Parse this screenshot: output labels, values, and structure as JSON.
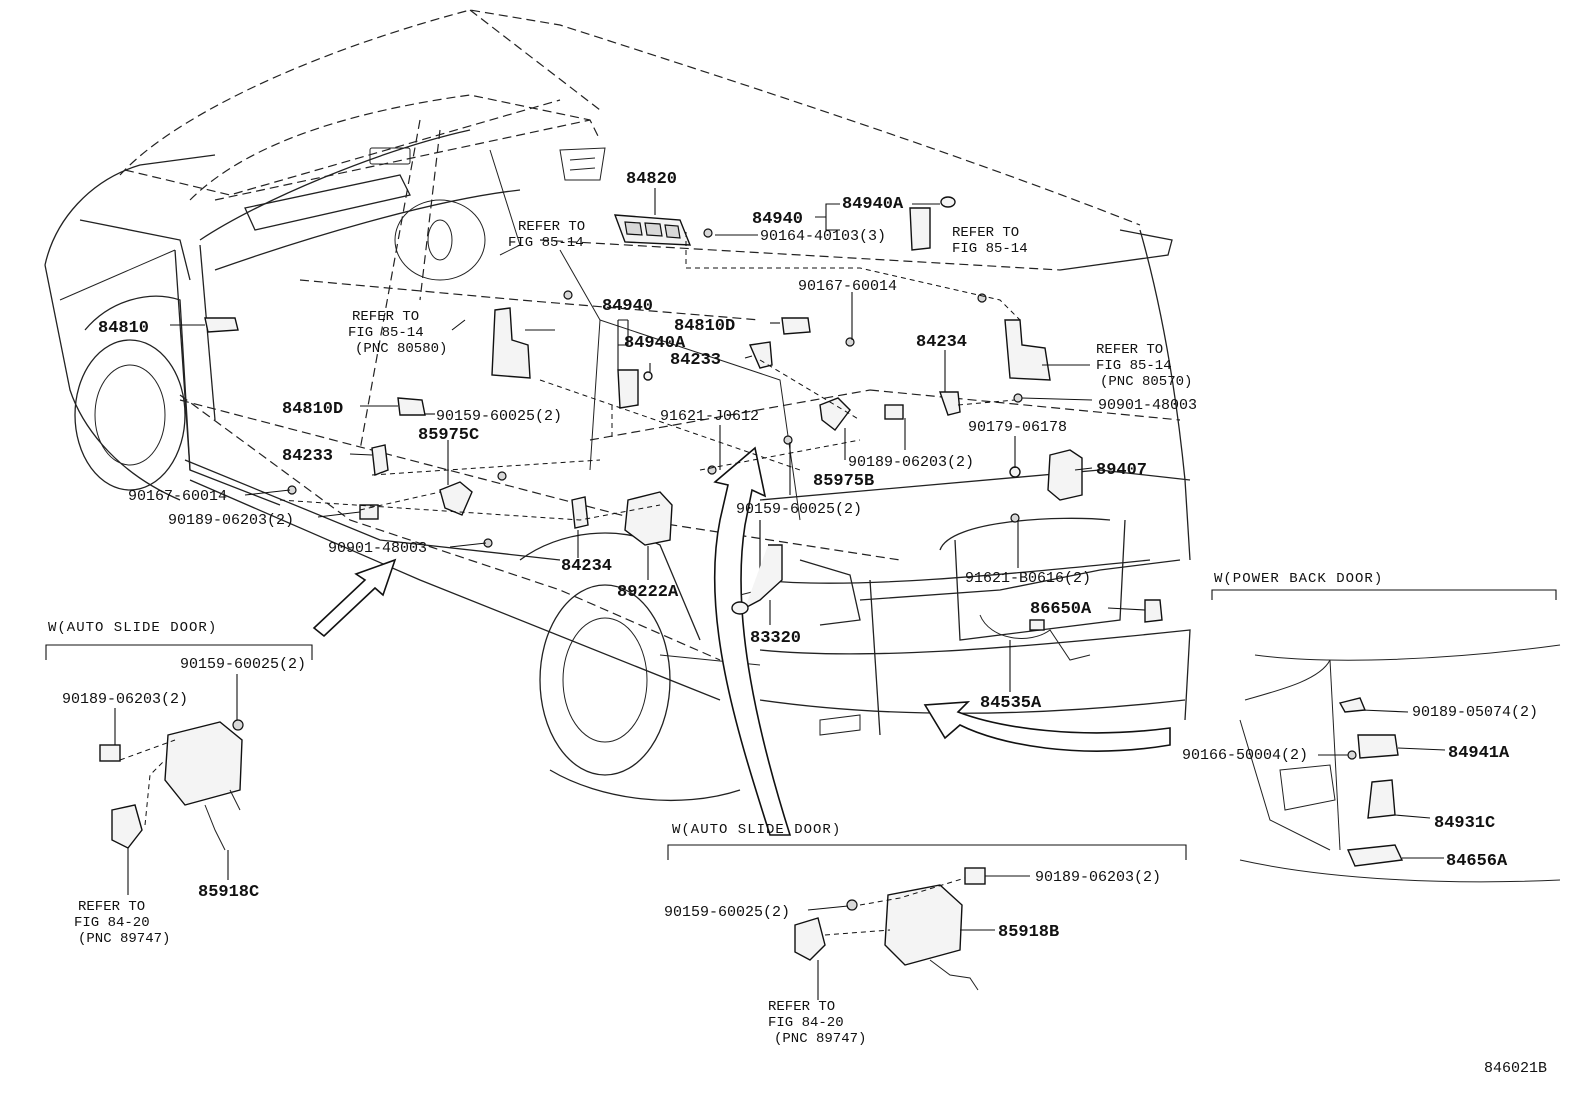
{
  "labels": {
    "p84820": "84820",
    "p84940_top": "84940",
    "p84940A_top": "84940A",
    "p90164": "90164-40103(3)",
    "p90167_top": "90167-60014",
    "p84810D_mid": "84810D",
    "p84940_mid": "84940",
    "p84940A_mid": "84940A",
    "p84233_mid": "84233",
    "p84234_right": "84234",
    "p84810_left": "84810",
    "p84810D_left": "84810D",
    "p90159_a": "90159-60025(2)",
    "p85975C": "85975C",
    "p91621_j": "91621-J0612",
    "p84233_left": "84233",
    "p90167_left": "90167-60014",
    "p90189_left": "90189-06203(2)",
    "p90901_left": "90901-48003",
    "p85975B": "85975B",
    "p90189_mid": "90189-06203(2)",
    "p90159_b": "90159-60025(2)",
    "p90901_right": "90901-48003",
    "p90179": "90179-06178",
    "p89407": "89407",
    "p84234_low": "84234",
    "p89222A": "89222A",
    "p83320": "83320",
    "p91621_b": "91621-B0616(2)",
    "p86650A": "86650A",
    "p84535A": "84535A",
    "ls_90159": "90159-60025(2)",
    "ls_90189": "90189-06203(2)",
    "ls_85918C": "85918C",
    "bs_90189": "90189-06203(2)",
    "bs_90159": "90159-60025(2)",
    "bs_85918B": "85918B",
    "pb_90189": "90189-05074(2)",
    "pb_84941A": "84941A",
    "pb_90166": "90166-50004(2)",
    "pb_84931C": "84931C",
    "pb_84656A": "84656A"
  },
  "refers": {
    "r1": {
      "line1": "REFER TO",
      "line2": "FIG 85-14"
    },
    "r2": {
      "line1": "REFER TO",
      "line2": "FIG 85-14",
      "line3": "(PNC 80580)"
    },
    "r3": {
      "line1": "REFER TO",
      "line2": "FIG 85-14"
    },
    "r4": {
      "line1": "REFER TO",
      "line2": "FIG 85-14",
      "line3": "(PNC 80570)"
    },
    "r5": {
      "line1": "REFER TO",
      "line2": "FIG 84-20",
      "line3": "(PNC 89747)"
    },
    "r6": {
      "line1": "REFER TO",
      "line2": "FIG 84-20",
      "line3": "(PNC 89747)"
    }
  },
  "sections": {
    "left_auto_slide": "W(AUTO SLIDE DOOR)",
    "bottom_auto_slide": "W(AUTO SLIDE DOOR)",
    "power_back_door": "W(POWER BACK DOOR)"
  },
  "figure_code": "846021B"
}
